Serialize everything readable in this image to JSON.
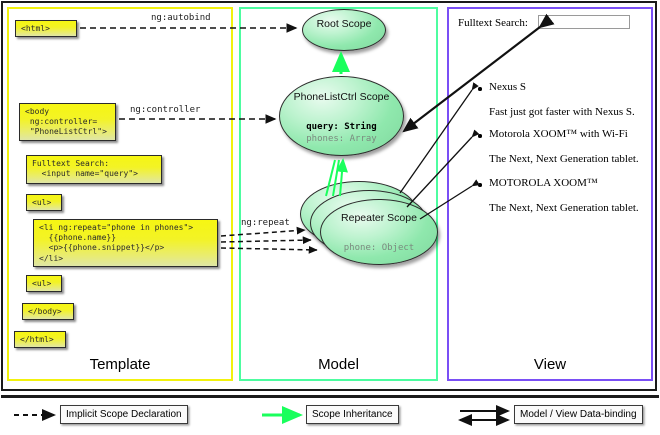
{
  "panels": {
    "template": {
      "label": "Template",
      "boxes": [
        {
          "name": "html-open-tag",
          "text": "<html>"
        },
        {
          "name": "body-controller-tag",
          "text": "<body\n ng:controller=\n \"PhoneListCtrl\">"
        },
        {
          "name": "fulltext-search-input-tag",
          "text": "Fulltext Search:\n  <input name=\"query\">"
        },
        {
          "name": "ul-open-tag",
          "text": "<ul>"
        },
        {
          "name": "li-repeat-tag",
          "text": "<li ng:repeat=\"phone in phones\">\n  {{phone.name}}\n  <p>{{phone.snippet}}</p>\n</li>"
        },
        {
          "name": "ul-close-tag",
          "text": "<ul>"
        },
        {
          "name": "body-close-tag",
          "text": "</body>"
        },
        {
          "name": "html-close-tag",
          "text": "</html>"
        }
      ]
    },
    "model": {
      "label": "Model",
      "scopes": [
        {
          "name": "root-scope",
          "title": "Root\nScope",
          "props": []
        },
        {
          "name": "phonelistctrl-scope",
          "title": "PhoneListCtrl\nScope",
          "props": [
            {
              "text": "query: String",
              "emphasis": "bold"
            },
            {
              "text": "phones: Array",
              "emphasis": "dim"
            }
          ]
        },
        {
          "name": "repeater-scope",
          "title": "Repeater\nScope",
          "props": [
            {
              "text": "phone: Object",
              "emphasis": "dim"
            }
          ]
        }
      ]
    },
    "view": {
      "label": "View",
      "search_label": "Fulltext Search:",
      "search_value": "",
      "items": [
        {
          "name": "Nexus S",
          "snippet": "Fast just got faster with Nexus S."
        },
        {
          "name": "Motorola XOOM™  with Wi-Fi",
          "snippet": "The Next, Next Generation tablet."
        },
        {
          "name": "MOTOROLA XOOM™",
          "snippet": "The Next, Next Generation tablet."
        }
      ]
    }
  },
  "edge_labels": {
    "autobind": "ng:autobind",
    "controller": "ng:controller",
    "repeat": "ng:repeat"
  },
  "legend": [
    {
      "name": "implicit-scope-declaration",
      "label": "Implicit Scope Declaration",
      "marker": "dashed-arrow"
    },
    {
      "name": "scope-inheritance",
      "label": "Scope Inheritance",
      "marker": "green-arrow"
    },
    {
      "name": "model-view-data-binding",
      "label": "Model / View Data-binding",
      "marker": "double-arrow"
    }
  ],
  "colors": {
    "template_border": "#f2f20d",
    "model_border": "#4dfda0",
    "view_border": "#7a4ff5",
    "inheritance_arrow": "#1aff5c",
    "code_box_fill": "#f3f326",
    "scope_fill": "#8fe8ad"
  }
}
